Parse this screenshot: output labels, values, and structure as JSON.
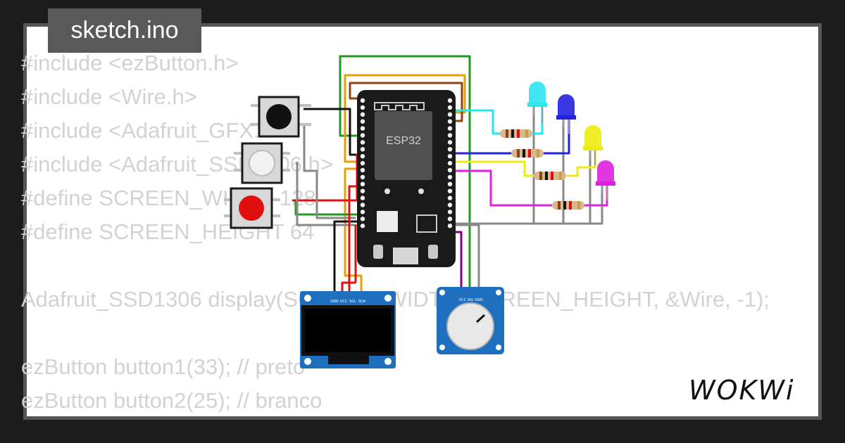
{
  "tab": {
    "filename": "sketch.ino"
  },
  "code_lines": [
    "#include <ezButton.h>",
    "#include <Wire.h>",
    "#include <Adafruit_GFX.h>",
    "#include <Adafruit_SSD1306.h>",
    "#define SCREEN_WIDTH 128",
    "#define SCREEN_HEIGHT 64",
    "",
    "Adafruit_SSD1306 display(SCREEN_WIDTH, SCREEN_HEIGHT, &Wire, -1);",
    "",
    "ezButton button1(33); // preto",
    "ezButton button2(25); // branco"
  ],
  "circuit": {
    "mcu_label": "ESP32",
    "oled_pins": [
      "GND",
      "VCC",
      "SCL",
      "SDA"
    ],
    "pot_pins": [
      "VCC",
      "SIG",
      "GND"
    ],
    "buttons": [
      {
        "color": "black",
        "cap": "#111111"
      },
      {
        "color": "white",
        "cap": "#f2f2f2"
      },
      {
        "color": "red",
        "cap": "#e01010"
      }
    ],
    "leds": [
      {
        "color": "cyan",
        "hex": "#2ee6f0"
      },
      {
        "color": "blue",
        "hex": "#2222e0"
      },
      {
        "color": "yellow",
        "hex": "#ecec10"
      },
      {
        "color": "magenta",
        "hex": "#e020e0"
      }
    ]
  },
  "brand": {
    "logo_text": "WOKWi"
  }
}
